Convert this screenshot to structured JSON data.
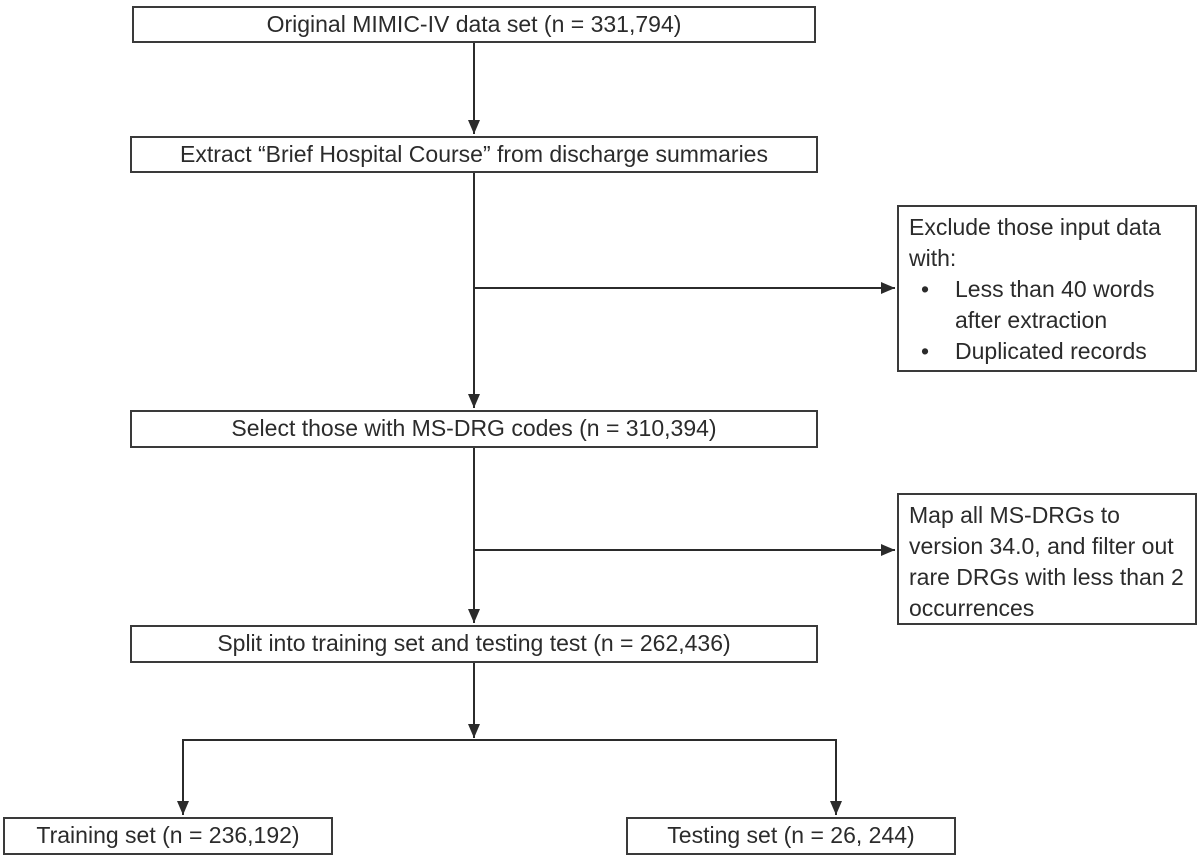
{
  "diagram": {
    "description": "Data selection flowchart for MIMIC-IV discharge summaries",
    "bullet_char": "•",
    "nodes": {
      "original": "Original MIMIC-IV data set (n = 331,794)",
      "extract": "Extract “Brief Hospital Course” from discharge summaries",
      "exclude_intro": "Exclude those input data with:",
      "exclude_bullets": [
        "Less than 40 words after extraction",
        "Duplicated records"
      ],
      "select": "Select those with MS-DRG codes (n = 310,394)",
      "map": "Map all MS-DRGs to version 34.0, and filter out rare DRGs with less than 2 occurrences",
      "split": "Split into training set and testing test (n = 262,436)",
      "training": "Training set (n = 236,192)",
      "testing": "Testing set (n = 26, 244)"
    },
    "counts": {
      "original": 331794,
      "with_msdrg": 310394,
      "after_split_total": 262436,
      "training": 236192,
      "testing": 26244
    },
    "colors": {
      "background": "#ffffff",
      "border": "#3a3a3a",
      "line": "#2b2b2b",
      "text": "#2b2b2b"
    }
  }
}
